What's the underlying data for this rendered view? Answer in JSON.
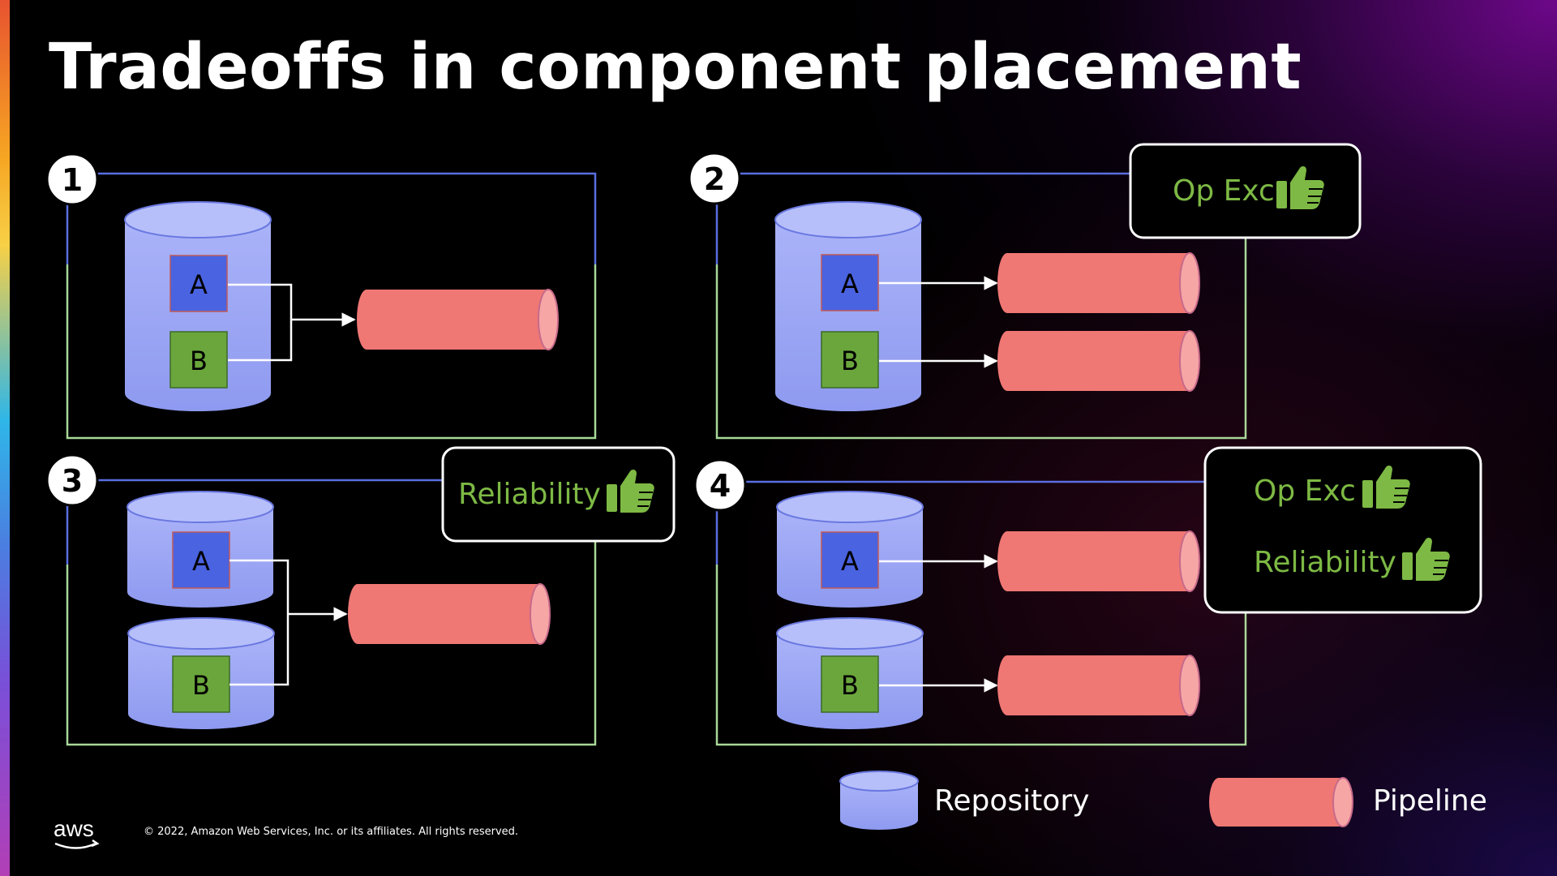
{
  "title": "Tradeoffs in component placement",
  "scenarios": [
    {
      "number": "1",
      "components": [
        "A",
        "B"
      ]
    },
    {
      "number": "2",
      "components": [
        "A",
        "B"
      ],
      "badges": [
        "Op Exc"
      ]
    },
    {
      "number": "3",
      "components": [
        "A",
        "B"
      ],
      "badges": [
        "Reliability"
      ]
    },
    {
      "number": "4",
      "components": [
        "A",
        "B"
      ],
      "badges": [
        "Op Exc",
        "Reliability"
      ]
    }
  ],
  "legend": {
    "repository": "Repository",
    "pipeline": "Pipeline"
  },
  "footer": {
    "copyright": "© 2022, Amazon Web Services, Inc. or its affiliates. All rights reserved.",
    "logo_text": "aws"
  },
  "colors": {
    "repository": "#a7b3f7",
    "pipeline": "#ef7774",
    "component_a": "#4a63e0",
    "component_b": "#6aa63c",
    "badge_text": "#7db944",
    "frame_blue": "#5a6ee0",
    "frame_green": "#a8d898"
  },
  "icons": {
    "badge": "thumbs-up-icon",
    "repository": "cylinder-icon",
    "pipeline": "horizontal-cylinder-icon"
  }
}
